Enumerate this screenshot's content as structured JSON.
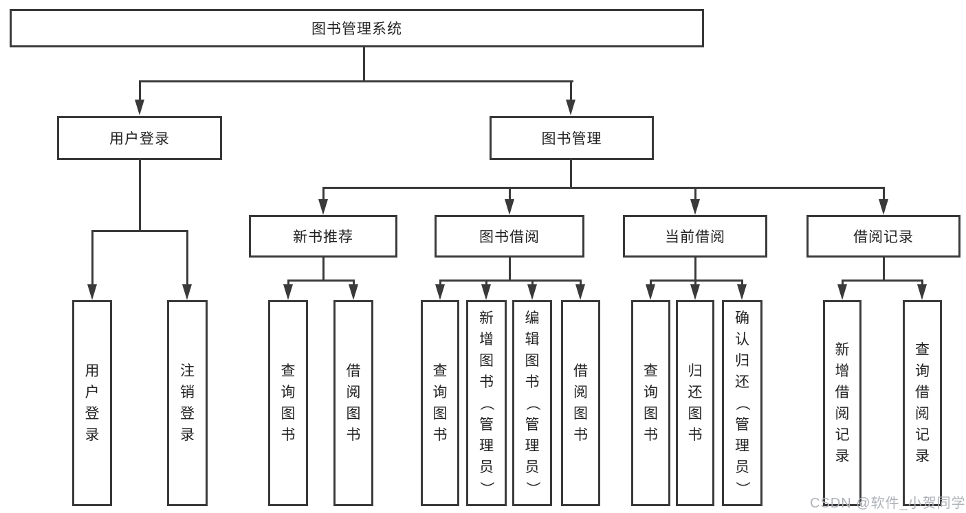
{
  "diagram_title": "图书管理系统",
  "colors": {
    "line": "#3a3a3a",
    "box_border": "#3a3a3a",
    "box_fill": "#ffffff",
    "text": "#232323",
    "watermark": "#aeb2b7",
    "background": "#ffffff"
  },
  "nodes": {
    "root": "图书管理系统",
    "user_login": "用户登录",
    "book_manage": "图书管理",
    "new_book_rec": "新书推荐",
    "book_borrow": "图书借阅",
    "current_borrow": "当前借阅",
    "borrow_record": "借阅记录",
    "a1": "用户登录",
    "a2": "注销登录",
    "b1": "查询图书",
    "b2": "借阅图书",
    "c1": "查询图书",
    "c2": "新增图书（管理员）",
    "c3": "编辑图书（管理员）",
    "c4": "借阅图书",
    "d1": "查询图书",
    "d2": "归还图书",
    "d3": "确认归还（管理员）",
    "e1": "新增借阅记录",
    "e2": "查询借阅记录"
  },
  "tree": {
    "label": "图书管理系统",
    "children": [
      {
        "label": "用户登录",
        "children": [
          "用户登录",
          "注销登录"
        ]
      },
      {
        "label": "图书管理",
        "children": [
          {
            "label": "新书推荐",
            "children": [
              "查询图书",
              "借阅图书"
            ]
          },
          {
            "label": "图书借阅",
            "children": [
              "查询图书",
              "新增图书（管理员）",
              "编辑图书（管理员）",
              "借阅图书"
            ]
          },
          {
            "label": "当前借阅",
            "children": [
              "查询图书",
              "归还图书",
              "确认归还（管理员）"
            ]
          },
          {
            "label": "借阅记录",
            "children": [
              "新增借阅记录",
              "查询借阅记录"
            ]
          }
        ]
      }
    ]
  },
  "watermark": {
    "text": "CSDN @软件_小贺同学"
  }
}
